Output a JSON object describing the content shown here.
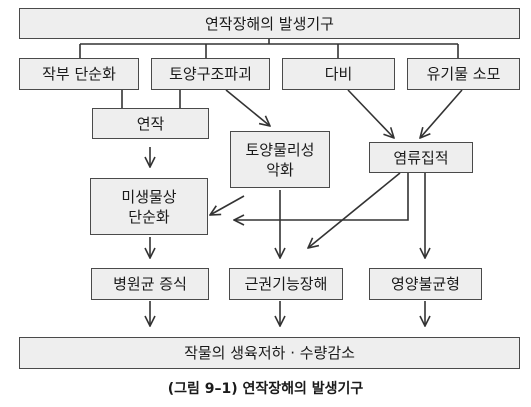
{
  "diagram": {
    "title": "연작장해의 발생기구",
    "causes": [
      "작부 단순화",
      "토양구조파괴",
      "다비",
      "유기물 소모"
    ],
    "continuous_cropping": "연작",
    "soil_deterioration": "토양물리성\n악화",
    "salt_accumulation": "염류집적",
    "microbe_simplification": "미생물상\n단순화",
    "effects": [
      "병원균 증식",
      "근권기능장해",
      "영양불균형"
    ],
    "result": "작물의 생육저하 · 수량감소"
  },
  "caption": "(그림 9–1) 연작장해의 발생기구",
  "colors": {
    "box_fill": "#eeeeee",
    "line": "#4a4a4a"
  }
}
